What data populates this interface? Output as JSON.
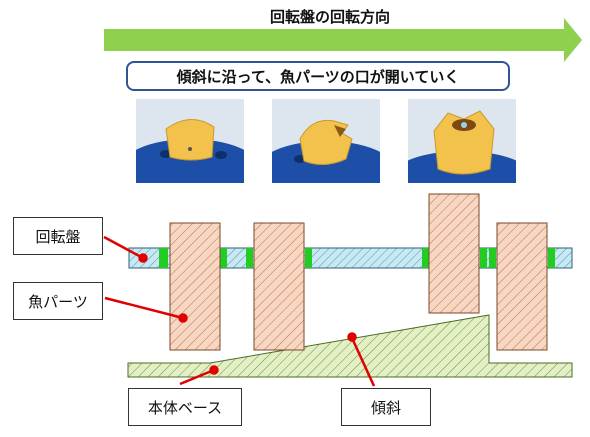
{
  "header": {
    "direction_label": "回転盤の回転方向"
  },
  "info_box": {
    "text": "傾斜に沿って、魚パーツの口が開いていく"
  },
  "photos": [
    {
      "name": "photo-closed-mouth"
    },
    {
      "name": "photo-half-open-mouth"
    },
    {
      "name": "photo-open-mouth"
    }
  ],
  "callouts": {
    "rotary_disk": "回転盤",
    "fish_part": "魚パーツ",
    "body_base": "本体ベース",
    "slope": "傾斜"
  },
  "colors": {
    "arrow_green": "#8fd14f",
    "box_border": "#2f5597",
    "disk_fill": "#c7e9f4",
    "fish_fill": "#f8d6c2",
    "base_fill": "#e3efc5",
    "joint_green": "#22cc22",
    "leader_red": "#e00000",
    "photo_blue": "#1e4fa8",
    "part_yellow": "#f2c24c"
  }
}
